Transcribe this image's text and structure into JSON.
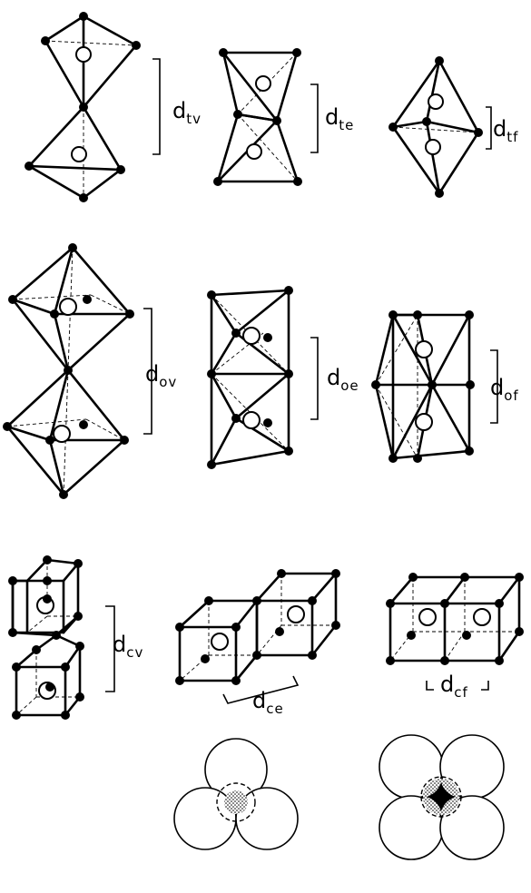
{
  "labels": {
    "tv": {
      "main": "d",
      "sub": "tv"
    },
    "te": {
      "main": "d",
      "sub": "te"
    },
    "tf": {
      "main": "d",
      "sub": "tf"
    },
    "ov": {
      "main": "d",
      "sub": "ov"
    },
    "oe": {
      "main": "d",
      "sub": "oe"
    },
    "of": {
      "main": "d",
      "sub": "of"
    },
    "cv": {
      "main": "d",
      "sub": "cv"
    },
    "ce": {
      "main": "d",
      "sub": "ce"
    },
    "cf": {
      "main": "d",
      "sub": "cf"
    }
  }
}
